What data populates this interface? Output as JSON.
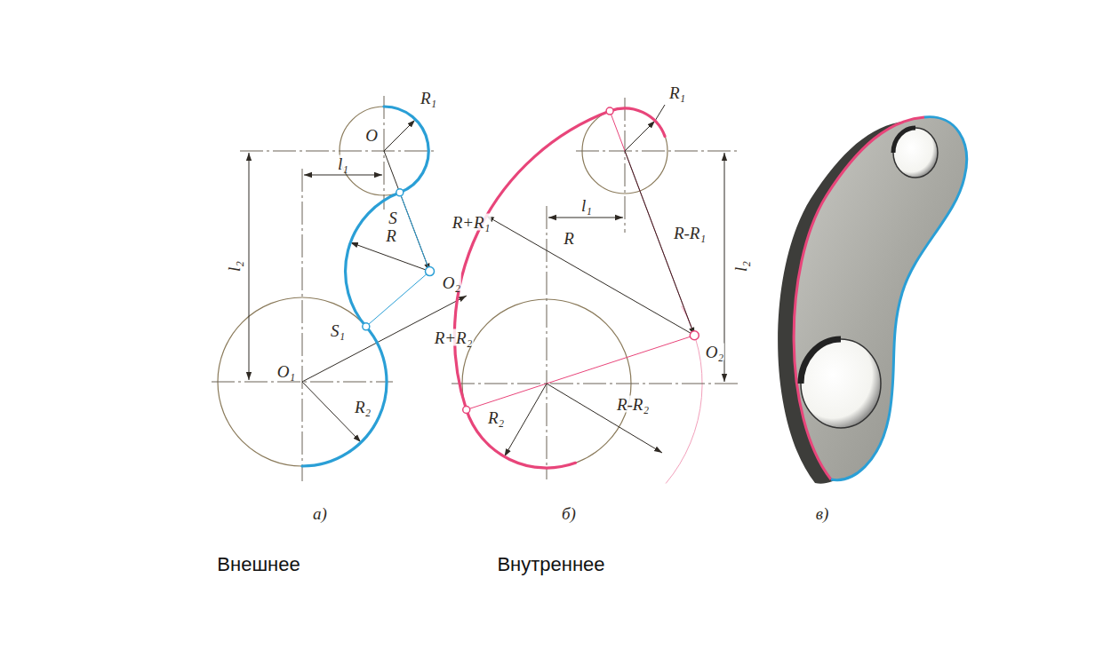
{
  "diagram": {
    "labels": [
      "R₁",
      "O",
      "l₁",
      "l₂",
      "S",
      "R+R₁",
      "R",
      "O₂",
      "S₁",
      "R+R₂",
      "O₁",
      "R₂",
      "а)",
      "R₁",
      "l₁",
      "R-R₁",
      "R",
      "l₂",
      "O₂",
      "R₂",
      "R-R₂",
      "б)",
      "в)",
      "Внешнее",
      "Внутреннее"
    ]
  }
}
